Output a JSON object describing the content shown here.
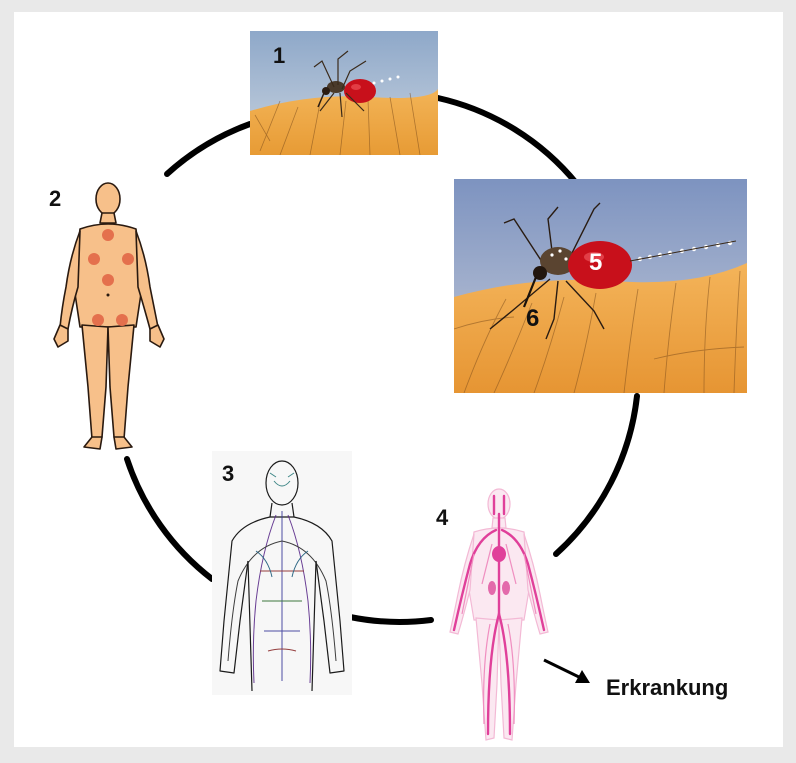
{
  "cycle": {
    "steps": [
      {
        "number": "1",
        "image": "mosquito-biting-skin-photo"
      },
      {
        "number": "2",
        "image": "human-body-with-red-spots"
      },
      {
        "number": "3",
        "image": "human-blood-vessel-line-drawing"
      },
      {
        "number": "4",
        "image": "human-circulatory-system-pink"
      },
      {
        "number": "5",
        "image": "mosquito-engorged-abdomen-photo"
      },
      {
        "number": "6",
        "image": "mosquito-proboscis"
      }
    ],
    "outcome_label": "Erkrankung"
  },
  "colors": {
    "ring": "#000000",
    "skin": "#f7c08a",
    "spots": "#e4704d",
    "vessels": "#e0409a",
    "blood": "#c8101b"
  }
}
